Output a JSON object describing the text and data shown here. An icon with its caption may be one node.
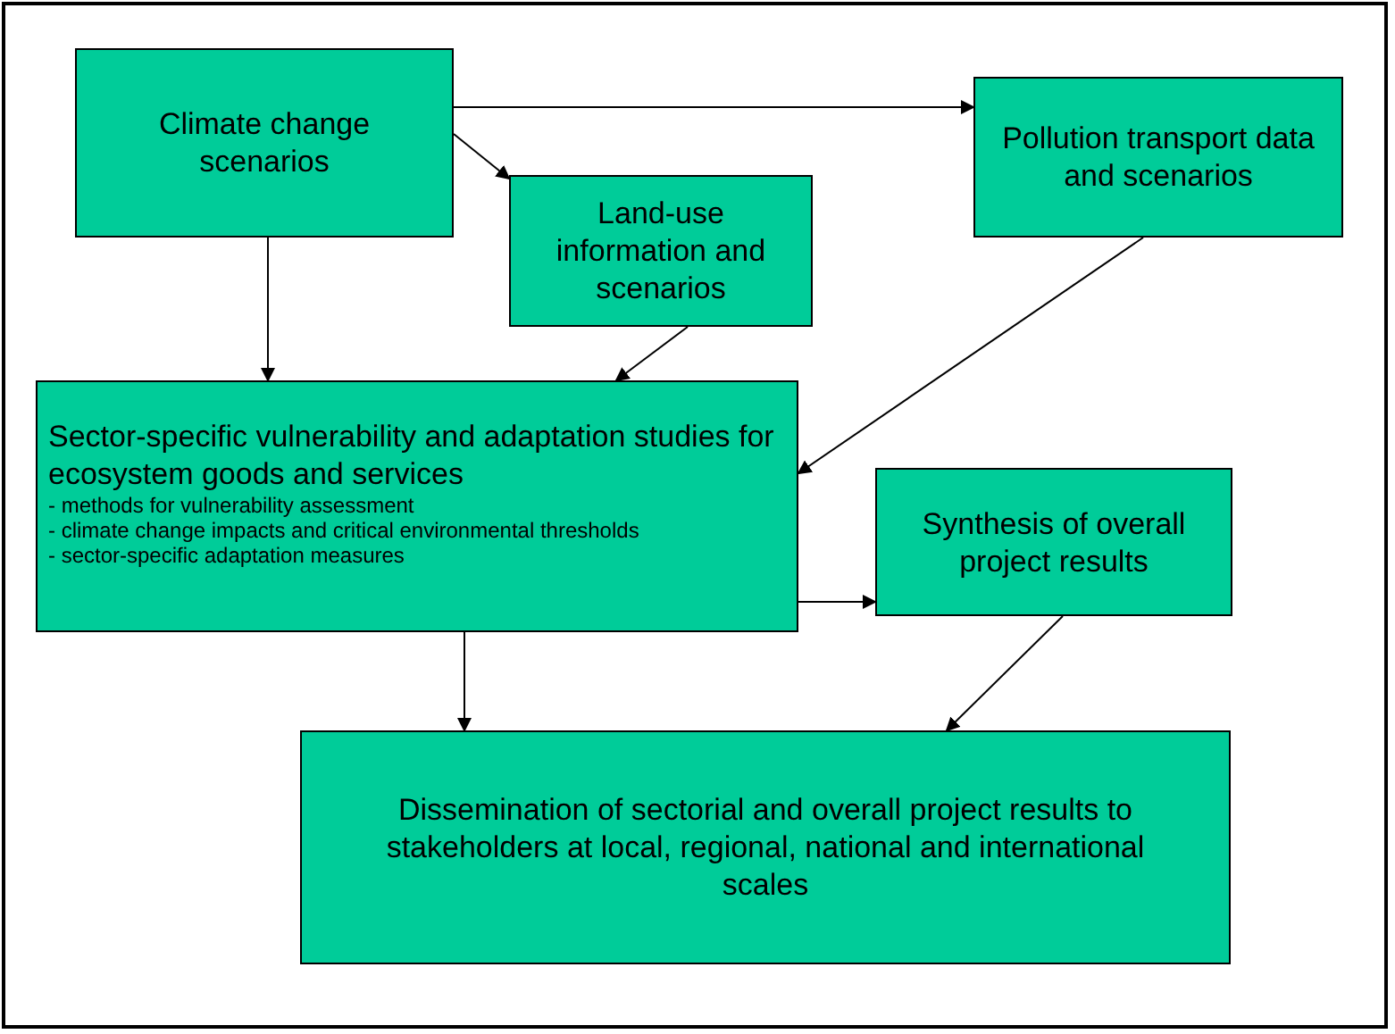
{
  "diagram": {
    "nodes": [
      {
        "text": [
          "Climate change scenarios"
        ]
      },
      {
        "text": [
          "Land-use information and scenarios"
        ]
      },
      {
        "text": [
          "Pollution transport data and scenarios"
        ]
      },
      {
        "text": [
          "Sector-specific vulnerability and adaptation studies for ecosystem goods and services",
          "- methods for vulnerability assessment",
          "- climate change impacts and critical environmental thresholds",
          "- sector-specific adaptation measures"
        ]
      },
      {
        "text": [
          "Synthesis of overall project results"
        ]
      },
      {
        "text": [
          "Dissemination of sectorial and overall project results to stakeholders at local, regional, national and international scales"
        ]
      }
    ],
    "edges": [
      {
        "from": 0,
        "to": 1,
        "arrow": "to"
      },
      {
        "from": 0,
        "to": 2,
        "arrow": "to"
      },
      {
        "from": 0,
        "to": 3,
        "arrow": "to"
      },
      {
        "from": 1,
        "to": 3,
        "arrow": "to"
      },
      {
        "from": 2,
        "to": 3,
        "arrow": "to"
      },
      {
        "from": 3,
        "to": 4,
        "arrow": "to"
      },
      {
        "from": 3,
        "to": 5,
        "arrow": "to"
      },
      {
        "from": 4,
        "to": 5,
        "arrow": "to"
      }
    ]
  }
}
